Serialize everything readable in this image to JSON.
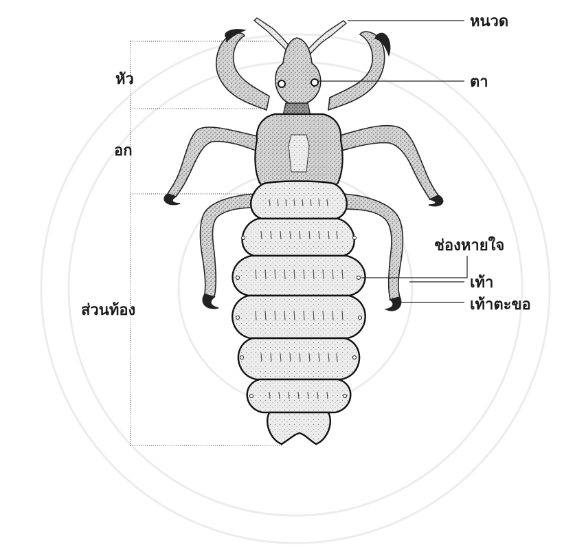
{
  "labels": {
    "antenna": "หนวด",
    "head": "หัว",
    "eye": "ตา",
    "thorax": "อก",
    "spiracle": "ช่องหายใจ",
    "leg": "เท้า",
    "abdomen": "ส่วนท้อง",
    "claw": "เท้าตะขอ"
  },
  "colors": {
    "ink": "#1a1a1a",
    "body_shade": "#8a8a8a",
    "body_light": "#cfcfcf",
    "watermark": "#ececec"
  }
}
